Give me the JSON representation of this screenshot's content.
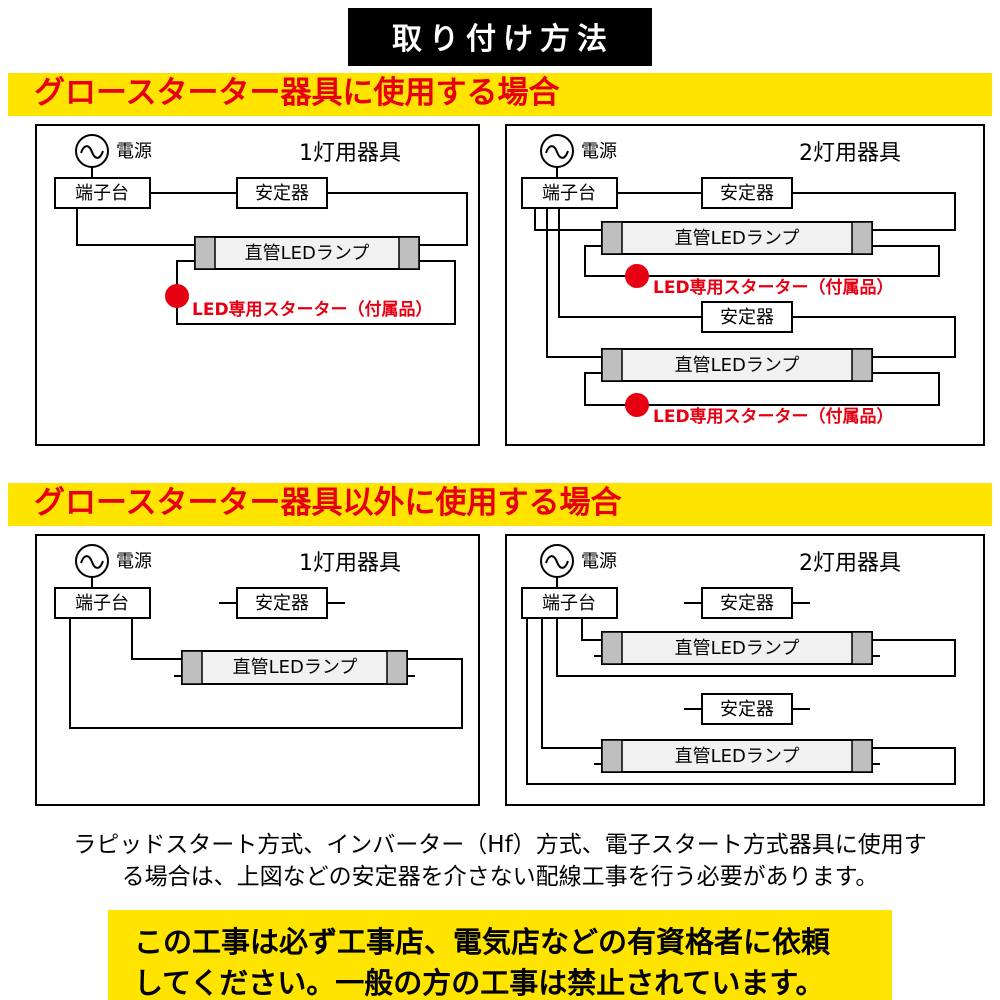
{
  "page": {
    "title": "取り付け方法"
  },
  "sections": {
    "glow": {
      "heading": "グロースターター器具に使用する場合"
    },
    "non_glow": {
      "heading": "グロースターター器具以外に使用する場合"
    }
  },
  "labels": {
    "power": "電源",
    "terminal_block": "端子台",
    "ballast": "安定器",
    "led_lamp": "直管LEDランプ",
    "starter": "LED専用スターター（付属品）",
    "fixture_1lamp": "1灯用器具",
    "fixture_2lamp": "2灯用器具"
  },
  "note": {
    "line1": "ラピッドスタート方式、インバーター（Hf）方式、電子スタート方式器具に使用す",
    "line2": "る場合は、上図などの安定器を介さない配線工事を行う必要があります。"
  },
  "warning": {
    "line1": "この工事は必ず工事店、電気店などの有資格者に依頼",
    "line2": "してください。一般の方の工事は禁止されています。"
  },
  "colors": {
    "banner_yellow": "#ffe400",
    "heading_red": "#e60012",
    "starter_red": "#e60012",
    "title_bar_black": "#000000",
    "lamp_cap_gray": "#bfbfbf"
  }
}
